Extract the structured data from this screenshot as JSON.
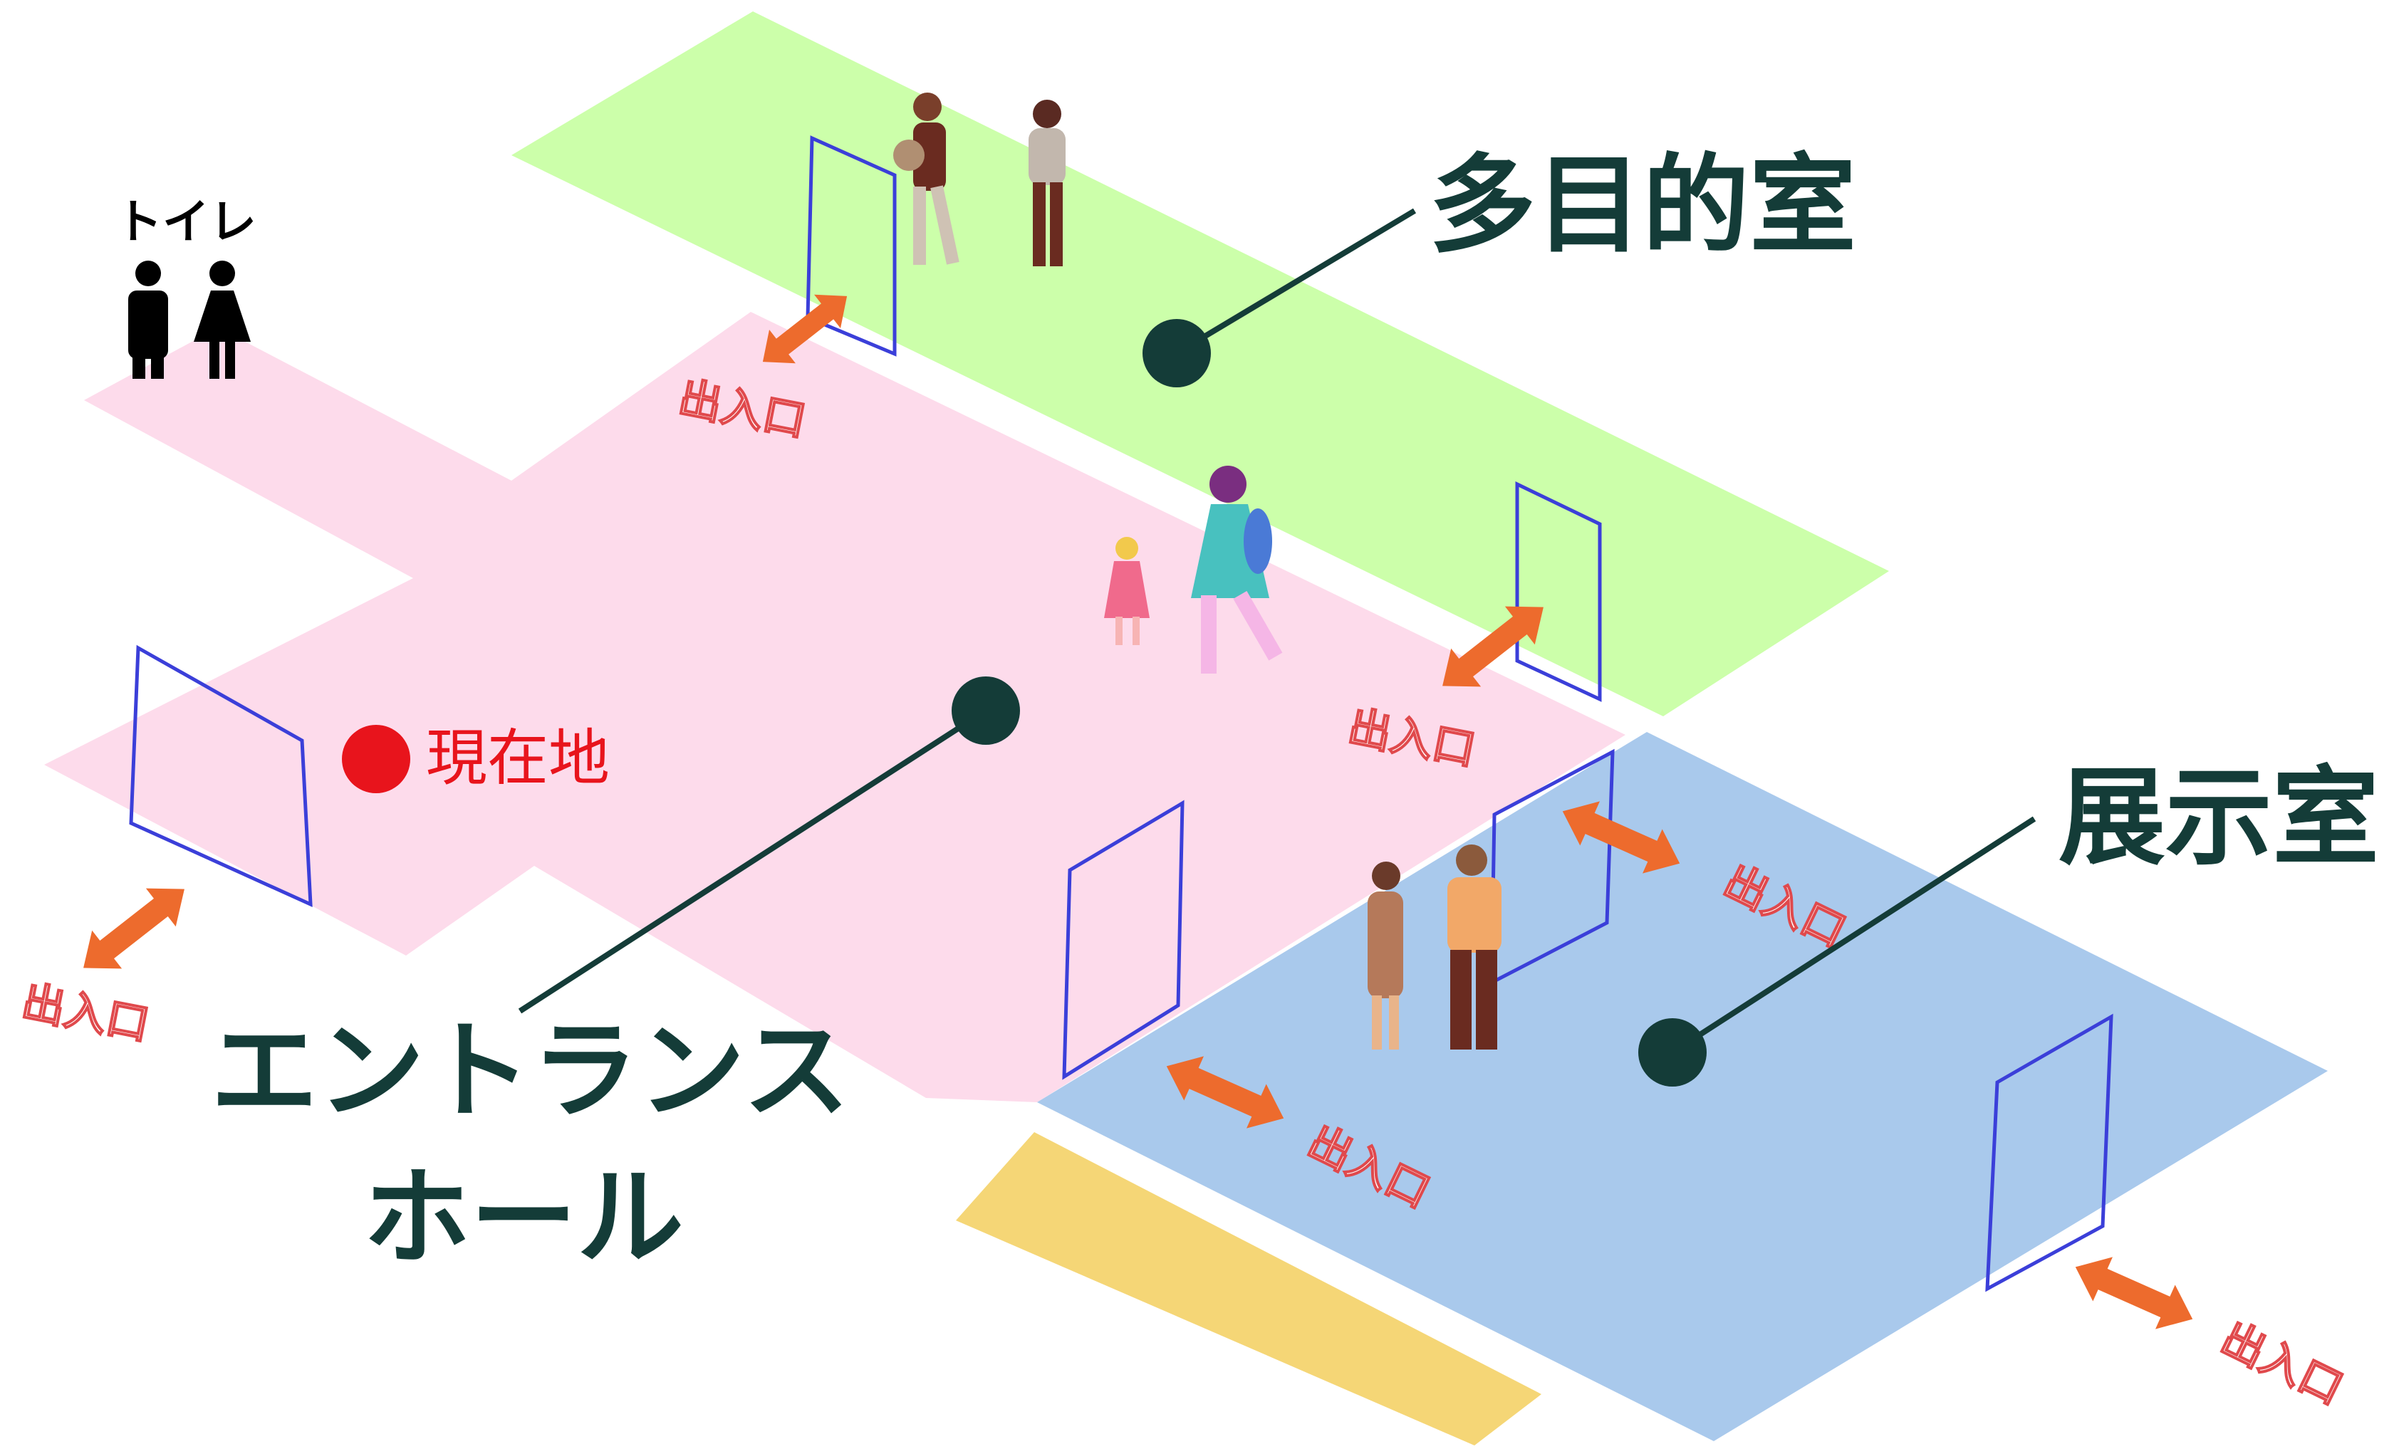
{
  "map": {
    "rooms": {
      "multipurpose": {
        "label": "多目的室",
        "color": "#ccffaa"
      },
      "entrance": {
        "label_line1": "エントランス",
        "label_line2": "ホール",
        "color": "#fddbeb"
      },
      "exhibition": {
        "label": "展示室",
        "color": "#a9c9ec"
      },
      "corridor": {
        "color": "#f5d676"
      }
    },
    "current_location": {
      "label": "現在地",
      "color": "#e8141c"
    },
    "toilet": {
      "label": "トイレ",
      "icon_male": "male-toilet-icon",
      "icon_female": "female-toilet-icon"
    },
    "exit_label": "出入口",
    "colors": {
      "door_outline": "#3b3fd9",
      "arrow": "#ed6b2d",
      "leader": "#143c38",
      "exit_text_outline": "#e0494c"
    },
    "exits": [
      {
        "label": "出入口"
      },
      {
        "label": "出入口"
      },
      {
        "label": "出入口"
      },
      {
        "label": "出入口"
      },
      {
        "label": "出入口"
      },
      {
        "label": "出入口"
      }
    ]
  }
}
